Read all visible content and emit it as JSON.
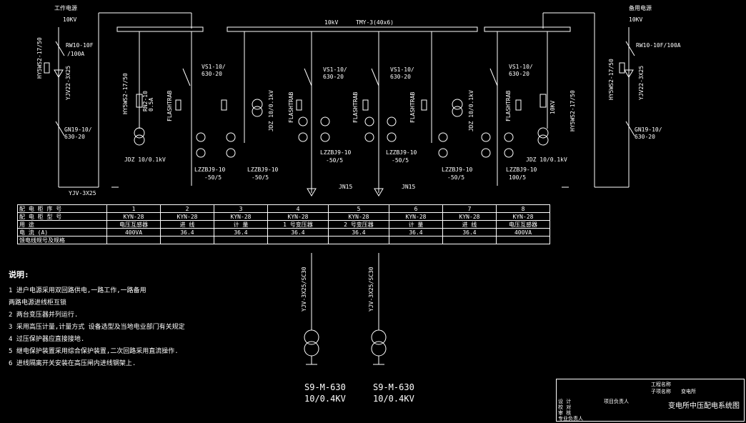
{
  "incoming_left": {
    "title": "工作电源",
    "voltage": "10KV",
    "fuse": "RW10-10F",
    "fuse_rating": "/100A",
    "arrester": "HY5WS2-17/50",
    "cable_head": "YJV22-3X25",
    "switch": "GN19-10/",
    "switch_rating": "630-20",
    "cable": "YJV-3X25"
  },
  "incoming_right": {
    "title": "备用电源",
    "voltage": "10KV",
    "fuse": "RW10-10F/100A",
    "arrester": "HY5WS2-17/50",
    "cable_head": "YJV22-3X25",
    "switch": "GN19-10/",
    "switch_rating": "630-20"
  },
  "busbar": {
    "voltage": "10kV",
    "spec": "TMY-3(40x6)"
  },
  "device_labels": [
    "HY5WS2-17/50",
    "RN2-10",
    "0.5A",
    "JDZ 10/0.1kV",
    "VS1-10/",
    "630-20",
    "FLASHTRAB",
    "LZZBJ9-10",
    "-50/5",
    "JDZ 10/0.1kV",
    "LZZBJ9-10",
    "-50/5",
    "VS1-10/",
    "630-20",
    "FLASHTRAB",
    "LZZBJ9-10",
    "-50/5",
    "JN15",
    "VS1-10/",
    "630-20",
    "FLASHTRAB",
    "LZZBJ9-10",
    "-50/5",
    "JN15",
    "FLASHTRAB",
    "LZZBJ9-10",
    "-50/5",
    "JDZ 10/0.1kV",
    "VS1-10/",
    "630-20",
    "FLASHTRAB",
    "LZZBJ9-10",
    "100/5",
    "10KV",
    "JDZ 10/0.1kV",
    "HY5WS2-17/50"
  ],
  "table": {
    "row_headers": [
      "配 电 柜 序 号",
      "配 电 柜 型 号",
      "用      途",
      "电    流    (A)",
      "馈电线规号及规格"
    ],
    "columns": [
      {
        "no": "1",
        "type": "KYN-28",
        "use": "电压互感器",
        "current": "400VA"
      },
      {
        "no": "2",
        "type": "KYN-28",
        "use": "进      线",
        "current": "36.4"
      },
      {
        "no": "3",
        "type": "KYN-28",
        "use": "计      量",
        "current": "36.4"
      },
      {
        "no": "4",
        "type": "KYN-28",
        "use": "1  号变压器",
        "current": "36.4"
      },
      {
        "no": "5",
        "type": "KYN-28",
        "use": "2  号变压器",
        "current": "36.4"
      },
      {
        "no": "6",
        "type": "KYN-28",
        "use": "计      量",
        "current": "36.4"
      },
      {
        "no": "7",
        "type": "KYN-28",
        "use": "进      线",
        "current": "36.4"
      },
      {
        "no": "8",
        "type": "KYN-28",
        "use": "电压互感器",
        "current": "400VA"
      }
    ]
  },
  "feeders": {
    "cable1": "YJV-3X25/SC30",
    "cable2": "YJV-3X25/SC30"
  },
  "transformers": [
    {
      "model": "S9-M-630",
      "ratio": "10/0.4KV"
    },
    {
      "model": "S9-M-630",
      "ratio": "10/0.4KV"
    }
  ],
  "notes": {
    "heading": "说明:",
    "items": [
      "1 进户电源采用双回路供电,一路工作,一路备用",
      "  两路电源进线柜互锁",
      "2 两台变压器并列运行.",
      "3 采用高压计量,计量方式 设备选型及当地电业部门有关规定",
      "4 过压保护器应直接接地.",
      "5 继电保护装置采用综合保护装置,二次回路采用直流操作.",
      "6 进线隔离开关安装在高压闸内进线钢架上."
    ]
  },
  "title_block": {
    "org1": "工程名称",
    "org2": "子项名称",
    "project": "变电所",
    "drawing_title": "变电所中压配电系统图",
    "roles": [
      "设 计",
      "校 对",
      "审 核",
      "专业负责人",
      "项目负责人"
    ]
  }
}
